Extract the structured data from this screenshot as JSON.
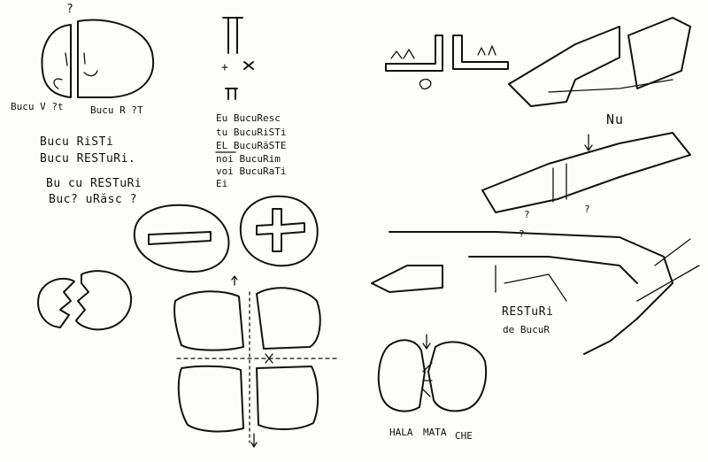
{
  "labels": {
    "face_left": "Bucu V ?t",
    "face_right": "Bucu R ?T",
    "question_top": "?",
    "list_1": "Bucu RiSTi",
    "list_2": "Bucu RESTuRi.",
    "list_3": "Bu cu RESTuRi",
    "list_4": "Buc? uRăsc ?",
    "conj_1": "Eu  BucuResc",
    "conj_2": "tu  BucuRiSTi",
    "conj_3": "EL  BucuRăSTE",
    "conj_4": "noi BucuRim",
    "conj_5": "voi BucuRaTi",
    "conj_6": "Ei",
    "nu": "Nu",
    "resturi": "RESTuRi",
    "de_bucur": "de BucuR",
    "hala_1": "HALA",
    "hala_2": "MATA",
    "hala_3": "CHE",
    "q_a": "?",
    "q_b": "?",
    "q_c": "?",
    "plus": "+"
  }
}
